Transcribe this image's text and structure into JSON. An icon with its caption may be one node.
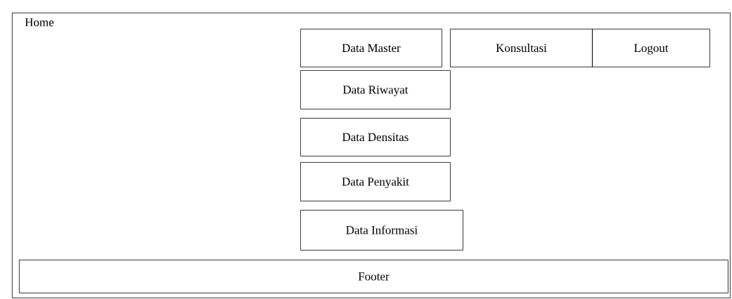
{
  "diagram": {
    "nodes": [
      {
        "text": [
          "Home"
        ]
      },
      {
        "text": [
          "Data Master"
        ],
        "in": 0
      },
      {
        "text": [
          "Konsultasi"
        ],
        "in": 0
      },
      {
        "text": [
          "Logout"
        ],
        "in": 0
      },
      {
        "text": [
          "Data Riwayat"
        ],
        "in": 0
      },
      {
        "text": [
          "Data Densitas"
        ],
        "in": 0
      },
      {
        "text": [
          "Data Penyakit"
        ],
        "in": 0
      },
      {
        "text": [
          "Data Informasi"
        ],
        "in": 0
      },
      {
        "text": [
          "Footer"
        ],
        "in": 0
      }
    ]
  }
}
